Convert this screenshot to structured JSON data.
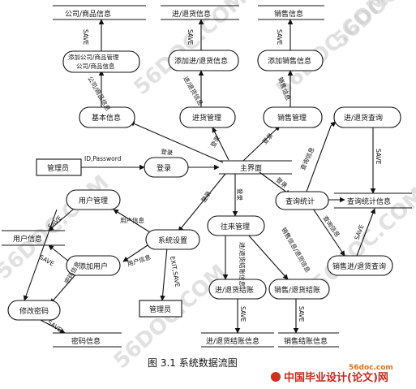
{
  "caption": "图 3.1   系统数据流图",
  "entities": {
    "admin_left": "管理员",
    "admin_bottom": "管理员"
  },
  "processes": {
    "login": "登录",
    "main": "主界面",
    "basic_info": "基本信息",
    "stock_mgmt": "进货管理",
    "sales_mgmt": "销售管理",
    "query_stats": "查询统计",
    "account_mgmt": "往来管理",
    "sys_settings": "系统设置",
    "user_mgmt": "用户管理",
    "add_user": "添加用户",
    "change_pwd": "修改密码",
    "add_company": [
      "添加公司/商品管理",
      "公司/商品信息"
    ],
    "add_stock": "添加进/退货信息",
    "add_sales": "添加销售信息",
    "stock_query": "进/退货查询",
    "sales_query": "销售进/退货查询",
    "stock_settle": "进/退货结账",
    "sales_settle": "销售/退货结账"
  },
  "stores": {
    "company": "公司/商品信息",
    "stock": "进/退货信息",
    "sales": "销售信息",
    "user": "用户信息",
    "query": "查询统计信息",
    "password": "密码信息",
    "stock_settle": "进/退货结账信息",
    "sales_settle": "销售结账信息"
  },
  "flows": {
    "id_password": "ID,Password",
    "login": "登录",
    "save": "SAVE",
    "company_goods_info": "公司/商品信息",
    "stock_return_info": "进/退货信息",
    "sales_info": "销售信息",
    "query_info": "查询信息",
    "user_info": "用户信息",
    "password_info": "密码信息",
    "exit_save": "EXIT,SAVE",
    "stock_settle_info": "进/退货结账信息",
    "sales_settle_info": "销售信息/退货信息"
  },
  "watermarks": [
    "56DOC.COM",
    "56DOC.COM",
    "56DOC.COM",
    "56DOC.COM",
    "56DOC.COM",
    "56DOC.COM"
  ],
  "logo": {
    "site": "56doc.com",
    "brand": "中国毕业设计(论文)网"
  }
}
